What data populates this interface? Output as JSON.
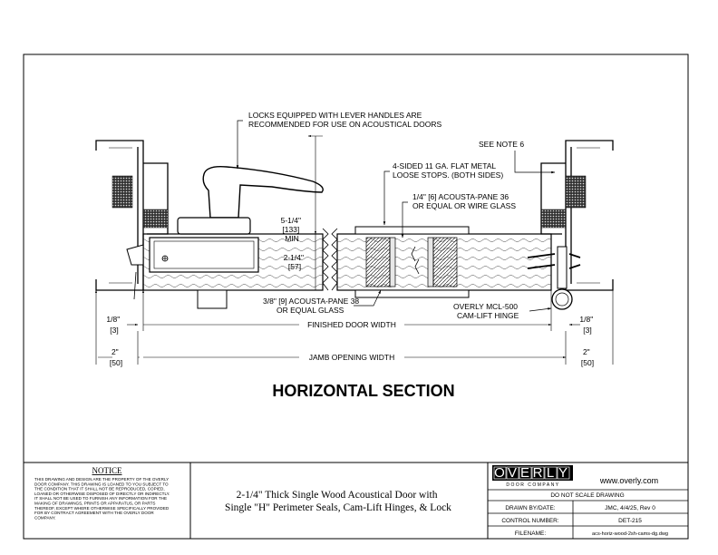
{
  "drawing": {
    "notes_top": {
      "lever_note": [
        "LOCKS EQUIPPED WITH LEVER HANDLES ARE",
        "RECOMMENDED FOR USE ON ACOUSTICAL DOORS"
      ],
      "see_note": "SEE NOTE 6",
      "stops_note": [
        "4-SIDED 11 GA. FLAT METAL",
        "LOOSE STOPS. (BOTH SIDES)"
      ],
      "glass_top_note": [
        "1/4\" [6] ACOUSTA-PANE 36",
        "OR EQUAL OR WIRE GLASS"
      ],
      "glass_bottom_note": [
        "3/8\" [9] ACOUSTA-PANE 38",
        "OR EQUAL GLASS"
      ],
      "hinge_note": [
        "OVERLY MCL-500",
        "CAM-LIFT HINGE"
      ]
    },
    "dims": {
      "lever_depth": [
        "5-1/4\"",
        "[133]",
        "MIN"
      ],
      "backset": [
        "2-1/4\"",
        "[57]"
      ],
      "left_gap": [
        "1/8\"",
        "[3]"
      ],
      "right_gap": [
        "1/8\"",
        "[3]"
      ],
      "left_jamb": [
        "2\"",
        "[50]"
      ],
      "right_jamb": [
        "2\"",
        "[50]"
      ],
      "finished_width": "FINISHED DOOR WIDTH",
      "jamb_width": "JAMB OPENING WIDTH"
    },
    "section_title": "HORIZONTAL SECTION"
  },
  "title_block": {
    "notice_title": "NOTICE",
    "notice_lines": [
      "THIS DRAWING AND DESIGN ARE THE PROPERTY OF THE OVERLY",
      "DOOR COMPANY. THIS DRAWING IS LOANED TO YOU SUBJECT TO",
      "THE CONDITION THAT IT SHALL NOT BE REPRODUCED, COPIED,",
      "LOANED OR OTHERWISE DISPOSED OF DIRECTLY OR INDIRECTLY.",
      "IT SHALL NOT BE USED TO FURNISH ANY INFORMATION FOR THE",
      "MAKING OF DRAWINGS, PRINTS OR APPARATUS, OR PARTS",
      "THEREOF, EXCEPT WHERE OTHERWISE SPECIFICALLY PROVIDED",
      "FOR BY CONTRACT AGREEMENT WITH THE OVERLY DOOR",
      "COMPANY."
    ],
    "description": [
      "2-1/4\" Thick Single Wood Acoustical Door with",
      "Single \"H\" Perimeter Seals, Cam-Lift Hinges, & Lock"
    ],
    "logo_letters": [
      "O",
      "V",
      "E",
      "R",
      "L",
      "Y"
    ],
    "logo_sub": "DOOR COMPANY",
    "website": "www.overly.com",
    "scale_note": "DO NOT SCALE DRAWING",
    "rows": [
      {
        "label": "DRAWN BY/DATE:",
        "value": "JMC, 4/4/25, Rev 0"
      },
      {
        "label": "CONTROL NUMBER:",
        "value": "DET-215"
      },
      {
        "label": "FILENAME:",
        "value": "acs-horiz-wood-2sh-cams-dg.dwg"
      }
    ]
  }
}
